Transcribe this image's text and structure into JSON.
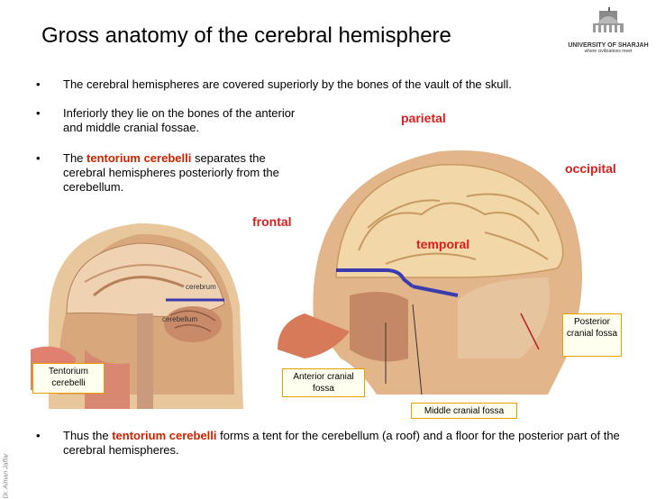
{
  "title": "Gross anatomy of the cerebral hemisphere",
  "logo": {
    "name": "UNIVERSITY OF SHARJAH",
    "tagline": "where civilizations meet"
  },
  "bullets": [
    {
      "text": "The cerebral hemispheres are covered superiorly by the bones of the vault of the skull."
    },
    {
      "text": "Inferiorly they lie on the bones of the anterior and middle cranial fossae."
    },
    {
      "before": "The ",
      "highlight": "tentorium cerebelli",
      "after": " separates the cerebral hemispheres posteriorly from the cerebellum."
    },
    {
      "before": "Thus the ",
      "highlight": "tentorium cerebelli",
      "after": " forms a tent for the cerebellum (a roof) and a floor for the posterior part of the cerebral hemispheres."
    }
  ],
  "labels": {
    "parietal": "parietal",
    "occipital": "occipital",
    "frontal": "frontal",
    "temporal": "temporal",
    "cerebrum": "cerebrum",
    "cerebellum": "cerebellum"
  },
  "boxes": {
    "tentorium": "Tentorium cerebelli",
    "anterior": "Anterior cranial fossa",
    "middle": "Middle cranial fossa",
    "posterior": "Posterior cranial fossa"
  },
  "watermark": "Dr. Aiman Jaffar",
  "colors": {
    "highlight": "#cc2200",
    "box_border": "#e8a000",
    "tentorium_line": "#3333aa"
  }
}
